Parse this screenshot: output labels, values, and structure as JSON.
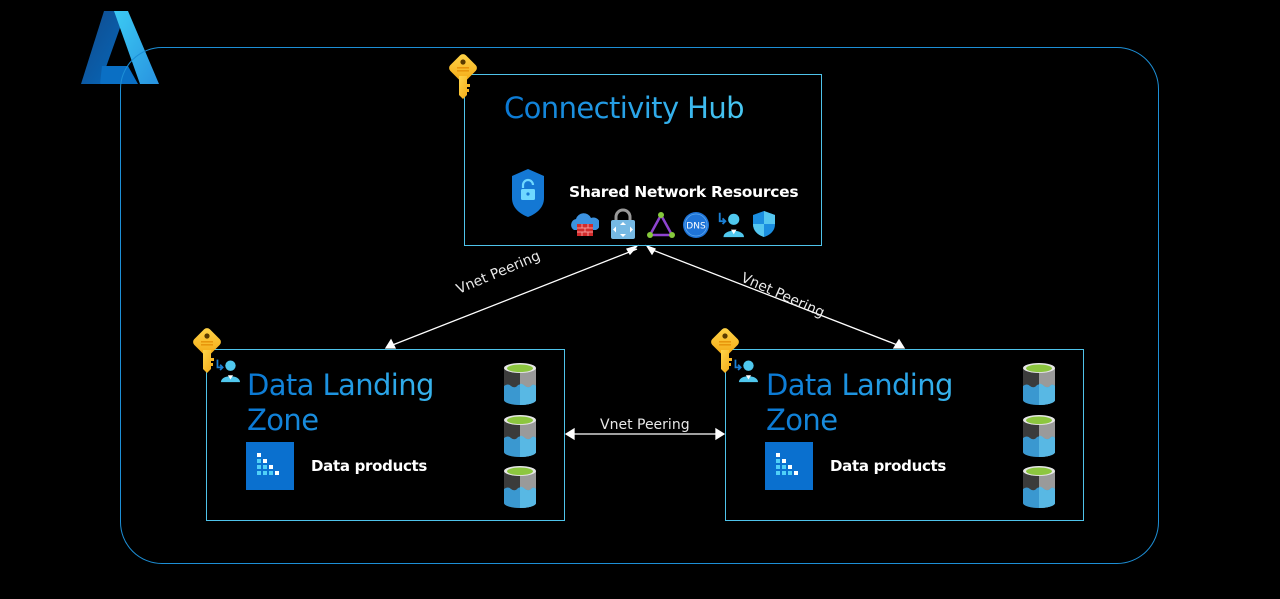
{
  "diagram": {
    "type": "azure-architecture",
    "logo": "azure-logo",
    "colors": {
      "background": "#000000",
      "frame": "#1d8fd6",
      "box_border": "#4fc3ea",
      "title_gradient_start": "#0a78d4",
      "title_gradient_end": "#49c8f2",
      "key": "#fbbd1f",
      "connector": "#ffffff"
    }
  },
  "hub": {
    "title": "Connectivity Hub",
    "shared_label": "Shared Network Resources",
    "badge_icon": "key-icon",
    "section_icon": "network-security-shield-icon",
    "resource_icons": [
      "firewall-icon",
      "vpn-gateway-icon",
      "private-link-icon",
      "dns-icon",
      "user-assigned-identity-icon",
      "defender-shield-icon"
    ],
    "dns_text": "DNS"
  },
  "zones": [
    {
      "title": "Data Landing Zone",
      "products_label": "Data products",
      "icons": [
        "key-icon",
        "managed-identity-icon",
        "data-products-icon",
        "data-lake-storage-icon",
        "data-lake-storage-icon",
        "data-lake-storage-icon"
      ]
    },
    {
      "title": "Data Landing Zone",
      "products_label": "Data products",
      "icons": [
        "key-icon",
        "managed-identity-icon",
        "data-products-icon",
        "data-lake-storage-icon",
        "data-lake-storage-icon",
        "data-lake-storage-icon"
      ]
    }
  ],
  "connections": [
    {
      "from": "Connectivity Hub",
      "to": "Data Landing Zone (left)",
      "label": "Vnet Peering",
      "bidirectional": true
    },
    {
      "from": "Connectivity Hub",
      "to": "Data Landing Zone (right)",
      "label": "Vnet Peering",
      "bidirectional": true
    },
    {
      "from": "Data Landing Zone (left)",
      "to": "Data Landing Zone (right)",
      "label": "Vnet Peering",
      "bidirectional": true
    }
  ]
}
